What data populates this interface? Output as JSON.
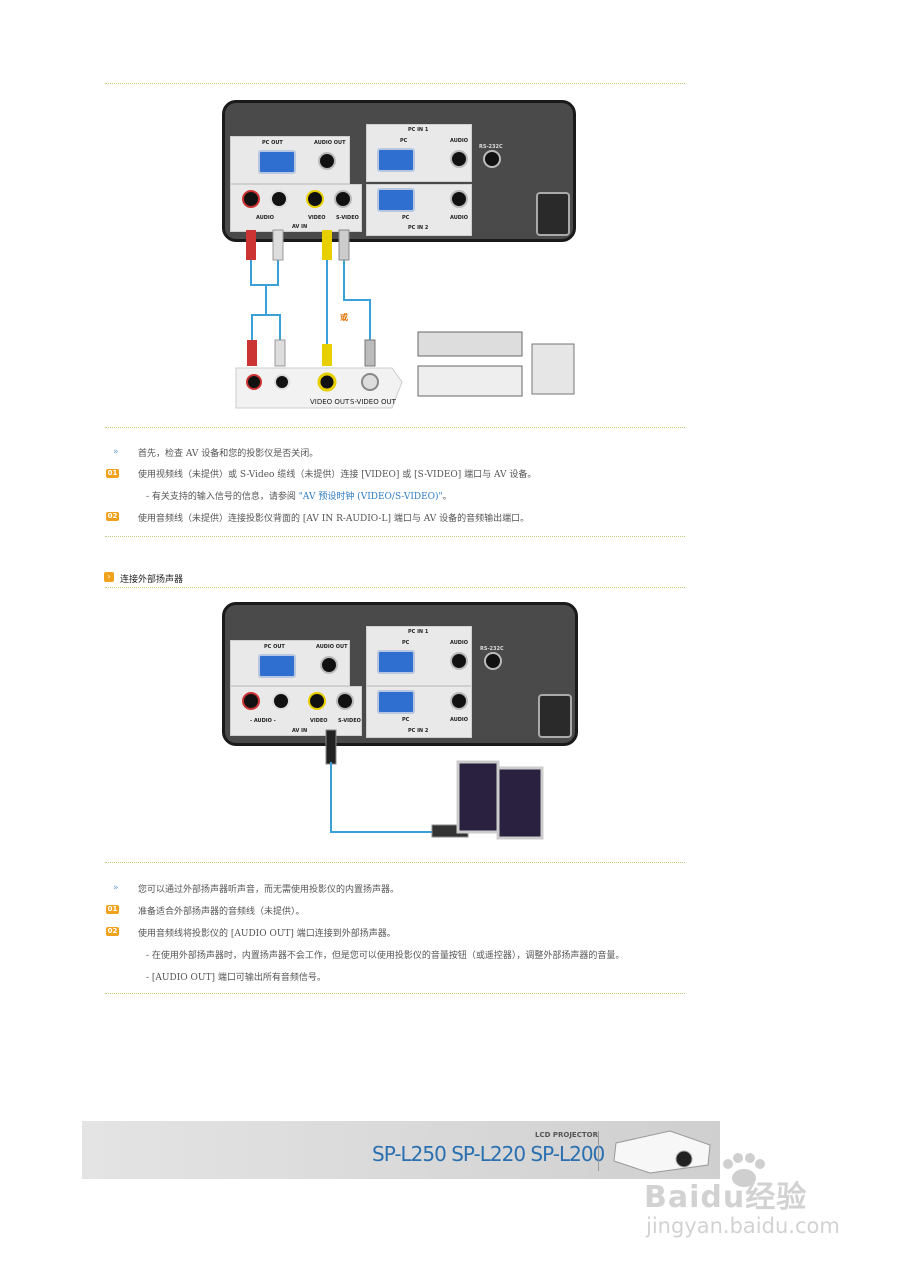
{
  "section1": {
    "labels": {
      "pc_out": "PC OUT",
      "audio_out": "AUDIO OUT",
      "pc_in_1": "PC IN 1",
      "pc": "PC",
      "audio": "AUDIO",
      "rs232c": "RS-232C",
      "av_in": "AV IN",
      "video": "VIDEO",
      "s_video": "S-VIDEO",
      "pc_in_2": "PC IN 2",
      "audio_l_r": "AUDIO",
      "or": "或",
      "video_out": "VIDEO OUT",
      "s_video_out": "S-VIDEO OUT"
    },
    "intro": "首先，检查 AV 设备和您的投影仪是否关闭。",
    "step1": "使用视频线（未提供）或 S-Video 缆线（未提供）连接 [VIDEO] 或 [S-VIDEO] 端口与 AV 设备。",
    "step1_note_prefix": "- 有关支持的输入信号的信息，请参阅 ",
    "step1_note_link": "\"AV 预设时钟 (VIDEO/S-VIDEO)\"",
    "step1_note_suffix": "。",
    "step2": "使用音频线（未提供）连接投影仪背面的 [AV IN R-AUDIO-L] 端口与 AV 设备的音频输出端口。"
  },
  "section2": {
    "heading": "连接外部扬声器",
    "labels": {
      "pc_out": "PC OUT",
      "audio_out": "AUDIO OUT",
      "pc_in_1": "PC IN 1",
      "pc": "PC",
      "audio": "AUDIO",
      "rs232c": "RS-232C",
      "av_in": "AV IN",
      "video": "VIDEO",
      "s_video": "S-VIDEO",
      "pc_in_2": "PC IN 2",
      "audio_l_r": "- AUDIO -"
    },
    "intro": "您可以通过外部扬声器听声音，而无需使用投影仪的内置扬声器。",
    "step1": "准备适合外部扬声器的音频线（未提供）。",
    "step2": "使用音频线将投影仪的 [AUDIO OUT] 端口连接到外部扬声器。",
    "step2_note1": "- 在使用外部扬声器时，内置扬声器不会工作，但是您可以使用投影仪的音量按钮（或遥控器），调整外部扬声器的音量。",
    "step2_note2": "- [AUDIO OUT] 端口可输出所有音频信号。"
  },
  "bullets": {
    "b1": "01",
    "b2": "02"
  },
  "footer": {
    "brand_small": "LCD PROJECTOR",
    "models": "SP-L250 SP-L220 SP-L200",
    "watermark_logo": "Baidu经验",
    "watermark_url": "jingyan.baidu.com"
  },
  "colors": {
    "accent": "#f0a21c",
    "link": "#2f7cc4",
    "cable": "#3aa0d8",
    "divider": "#b9d27a",
    "panel": "#4a4a4a"
  }
}
